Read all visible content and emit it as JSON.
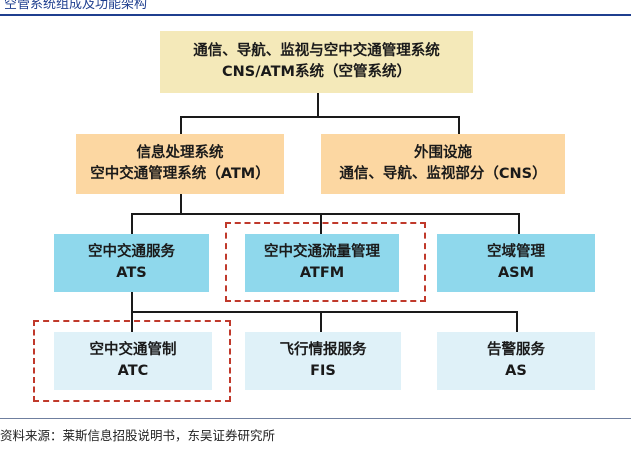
{
  "caption": "空管系统组成及功能架构",
  "source": "资料来源：莱斯信息招股说明书，东吴证券研究所",
  "nodes": {
    "root": {
      "line1": "通信、导航、监视与空中交通管理系统",
      "line2": "CNS/ATM系统（空管系统）"
    },
    "atm": {
      "line1": "信息处理系统",
      "line2": "空中交通管理系统（ATM）"
    },
    "cns": {
      "line1": "外围设施",
      "line2": "通信、导航、监视部分（CNS）"
    },
    "ats": {
      "line1": "空中交通服务",
      "line2": "ATS"
    },
    "atfm": {
      "line1": "空中交通流量管理",
      "line2": "ATFM"
    },
    "asm": {
      "line1": "空域管理",
      "line2": "ASM"
    },
    "atc": {
      "line1": "空中交通管制",
      "line2": "ATC"
    },
    "fis": {
      "line1": "飞行情报服务",
      "line2": "FIS"
    },
    "as": {
      "line1": "告警服务",
      "line2": "AS"
    }
  },
  "colors": {
    "root_fill": "#f4e9b9",
    "level2_fill": "#fcd7a2",
    "level3_fill": "#8fd8ec",
    "level4_fill": "#dff1f8",
    "highlight_dash": "#c0392b",
    "rule": "#1f3f8f"
  }
}
